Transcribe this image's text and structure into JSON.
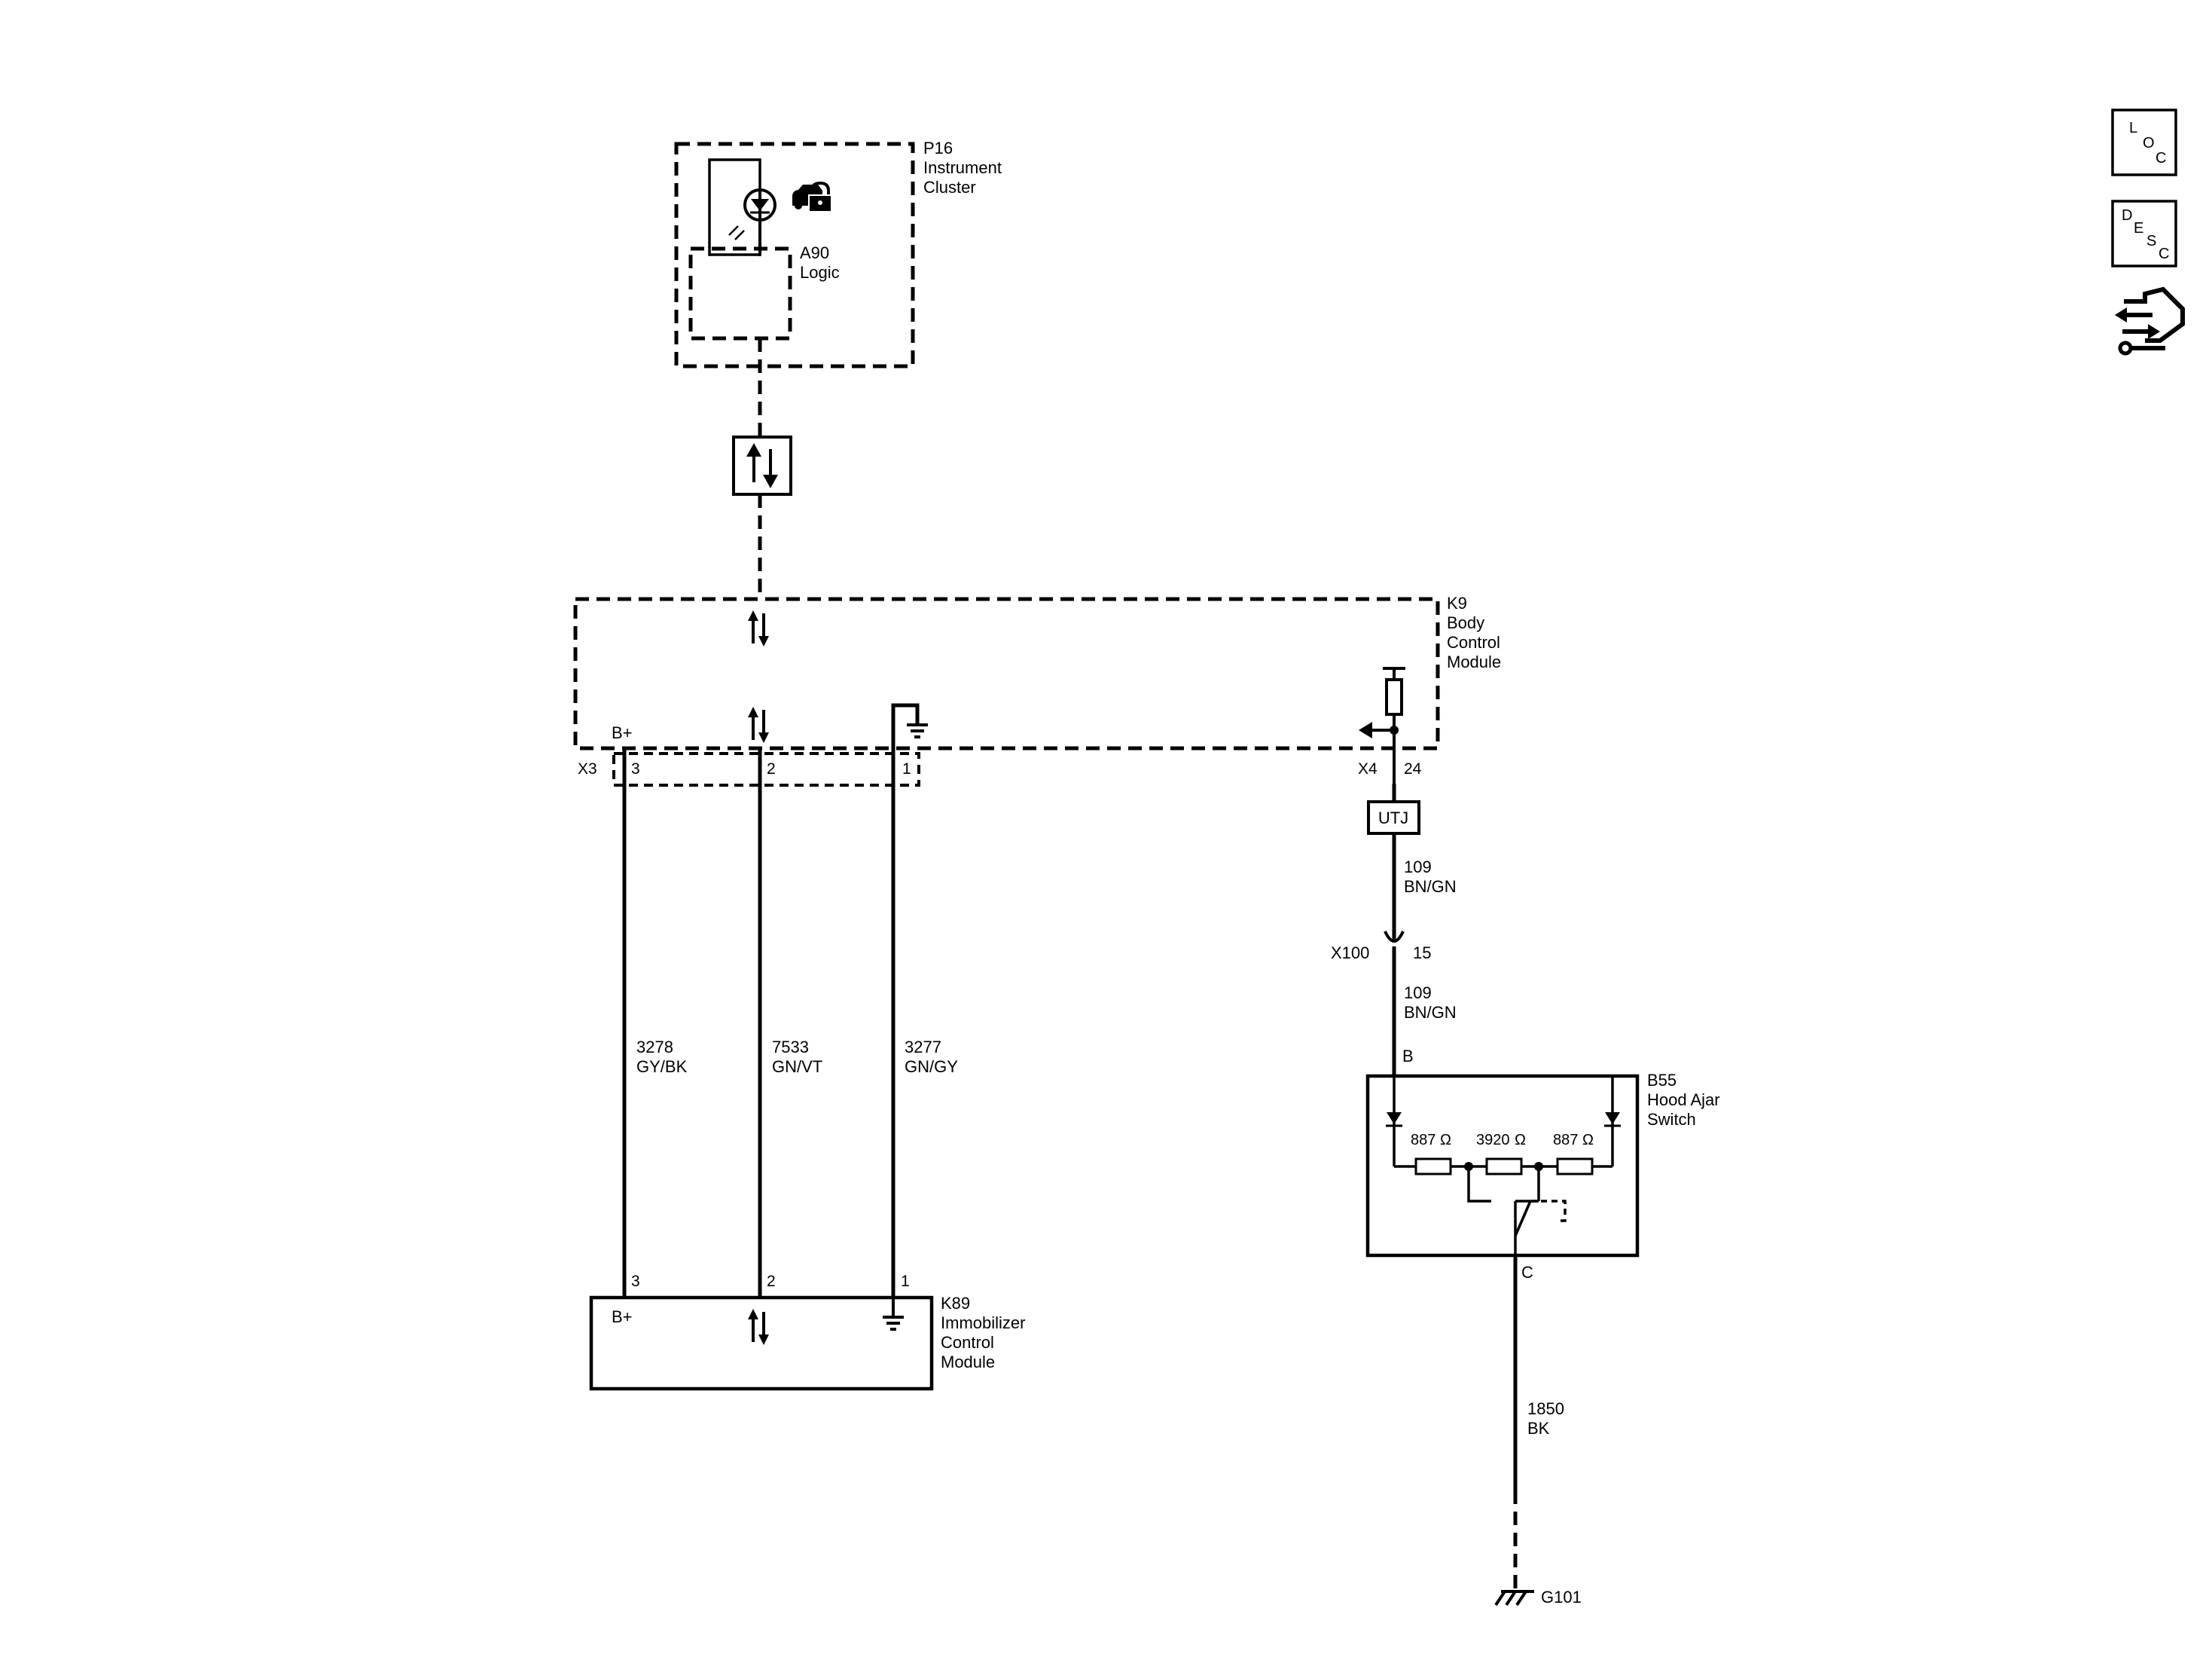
{
  "components": {
    "p16": {
      "ref": "P16",
      "line1": "Instrument",
      "line2": "Cluster"
    },
    "a90": {
      "ref": "A90",
      "line1": "Logic"
    },
    "k9": {
      "ref": "K9",
      "line1": "Body",
      "line2": "Control",
      "line3": "Module"
    },
    "k89": {
      "ref": "K89",
      "line1": "Immobilizer",
      "line2": "Control",
      "line3": "Module"
    },
    "b55": {
      "ref": "B55",
      "line1": "Hood Ajar",
      "line2": "Switch"
    }
  },
  "connectors": {
    "x3": "X3",
    "x4": "X4",
    "x100": "X100",
    "utj": "UTJ",
    "g101": "G101"
  },
  "pins": {
    "k9_x3_3": "3",
    "k9_x3_2": "2",
    "k9_x3_1": "1",
    "k9_x4_24": "24",
    "x100_15": "15",
    "k89_3": "3",
    "k89_2": "2",
    "k89_1": "1",
    "b55_b": "B",
    "b55_c": "C"
  },
  "terminal_labels": {
    "k9_bplus": "B+",
    "k89_bplus": "B+"
  },
  "wires": [
    {
      "id": "w3278",
      "circuit": "3278",
      "color": "GY/BK"
    },
    {
      "id": "w7533",
      "circuit": "7533",
      "color": "GN/VT"
    },
    {
      "id": "w3277",
      "circuit": "3277",
      "color": "GN/GY"
    },
    {
      "id": "w109a",
      "circuit": "109",
      "color": "BN/GN"
    },
    {
      "id": "w109b",
      "circuit": "109",
      "color": "BN/GN"
    },
    {
      "id": "w1850",
      "circuit": "1850",
      "color": "BK"
    }
  ],
  "resistors": [
    {
      "value": "887",
      "unit": "Ω"
    },
    {
      "value": "3920",
      "unit": "Ω"
    },
    {
      "value": "887",
      "unit": "Ω"
    }
  ],
  "side_buttons": {
    "loc": {
      "letters": [
        "L",
        "O",
        "C"
      ],
      "icon": "loc-icon"
    },
    "desc": {
      "letters": [
        "D",
        "E",
        "S",
        "C"
      ],
      "icon": "desc-icon"
    },
    "connector_icon": "connector-views-icon"
  },
  "icons": [
    "lamp-icon",
    "security-car-lock-icon",
    "serial-data-icon",
    "fuse-icon",
    "ground-icon",
    "chassis-ground-icon",
    "diode-icon"
  ]
}
